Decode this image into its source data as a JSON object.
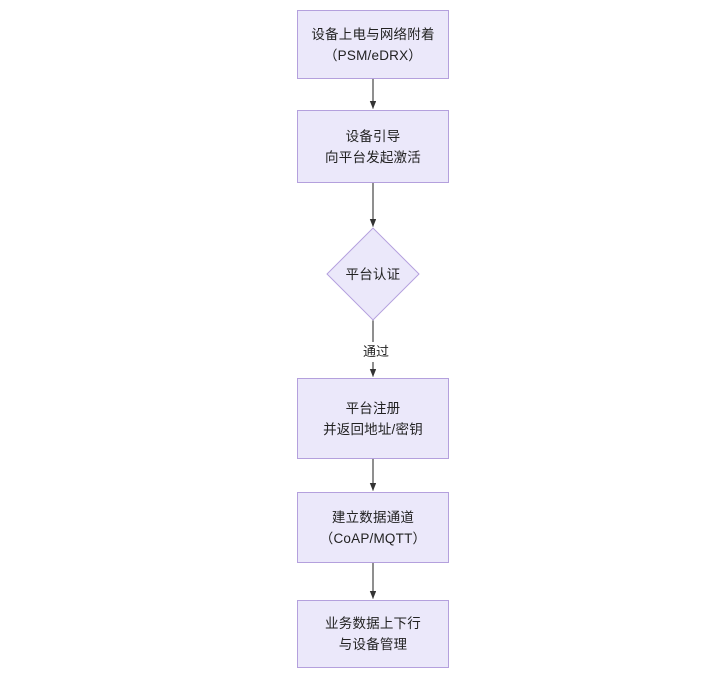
{
  "diagram": {
    "title": "",
    "type": "flowchart",
    "orientation": "top-to-bottom",
    "background": "#ffffff",
    "node_fill": "#ebe8fa",
    "node_border": "#b4a0dd",
    "text_color": "#222222",
    "edge_color": "#333333",
    "nodes": [
      {
        "id": "power-on",
        "shape": "rect",
        "label": "设备上电与网络附着\n（PSM/eDRX）"
      },
      {
        "id": "bootstrap",
        "shape": "rect",
        "label": "设备引导\n向平台发起激活"
      },
      {
        "id": "platform-auth",
        "shape": "diamond",
        "label": "平台认证"
      },
      {
        "id": "platform-register",
        "shape": "rect",
        "label": "平台注册\n并返回地址/密钥"
      },
      {
        "id": "data-channel",
        "shape": "rect",
        "label": "建立数据通道\n（CoAP/MQTT）"
      },
      {
        "id": "business-data",
        "shape": "rect",
        "label": "业务数据上下行\n与设备管理"
      }
    ],
    "edges": [
      {
        "from": "power-on",
        "to": "bootstrap",
        "label": ""
      },
      {
        "from": "bootstrap",
        "to": "platform-auth",
        "label": ""
      },
      {
        "from": "platform-auth",
        "to": "platform-register",
        "label": "通过"
      },
      {
        "from": "platform-register",
        "to": "data-channel",
        "label": ""
      },
      {
        "from": "data-channel",
        "to": "business-data",
        "label": ""
      }
    ]
  }
}
